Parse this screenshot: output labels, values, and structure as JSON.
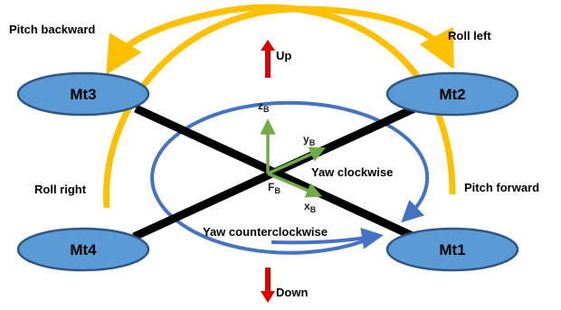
{
  "motors": {
    "mt1": "Mt1",
    "mt2": "Mt2",
    "mt3": "Mt3",
    "mt4": "Mt4"
  },
  "labels": {
    "pitch_backward": "Pitch backward",
    "roll_left": "Roll left",
    "roll_right": "Roll right",
    "pitch_forward": "Pitch forward",
    "yaw_clockwise": "Yaw clockwise",
    "yaw_counterclockwise": "Yaw counterclockwise",
    "up": "Up",
    "down": "Down"
  },
  "axes": {
    "z": {
      "main": "z",
      "sub": "B"
    },
    "y": {
      "main": "y",
      "sub": "B"
    },
    "x": {
      "main": "x",
      "sub": "B"
    },
    "f": {
      "main": "F",
      "sub": "B"
    }
  },
  "colors": {
    "motor_fill": "#5b9bd5",
    "motor_stroke": "#2e5785",
    "arm": "#000000",
    "yaw_circle": "#4472c4",
    "roll_pitch_arrows": "#ffc000",
    "body_axes": "#70ad47",
    "up_down_arrows": "#e00000"
  }
}
